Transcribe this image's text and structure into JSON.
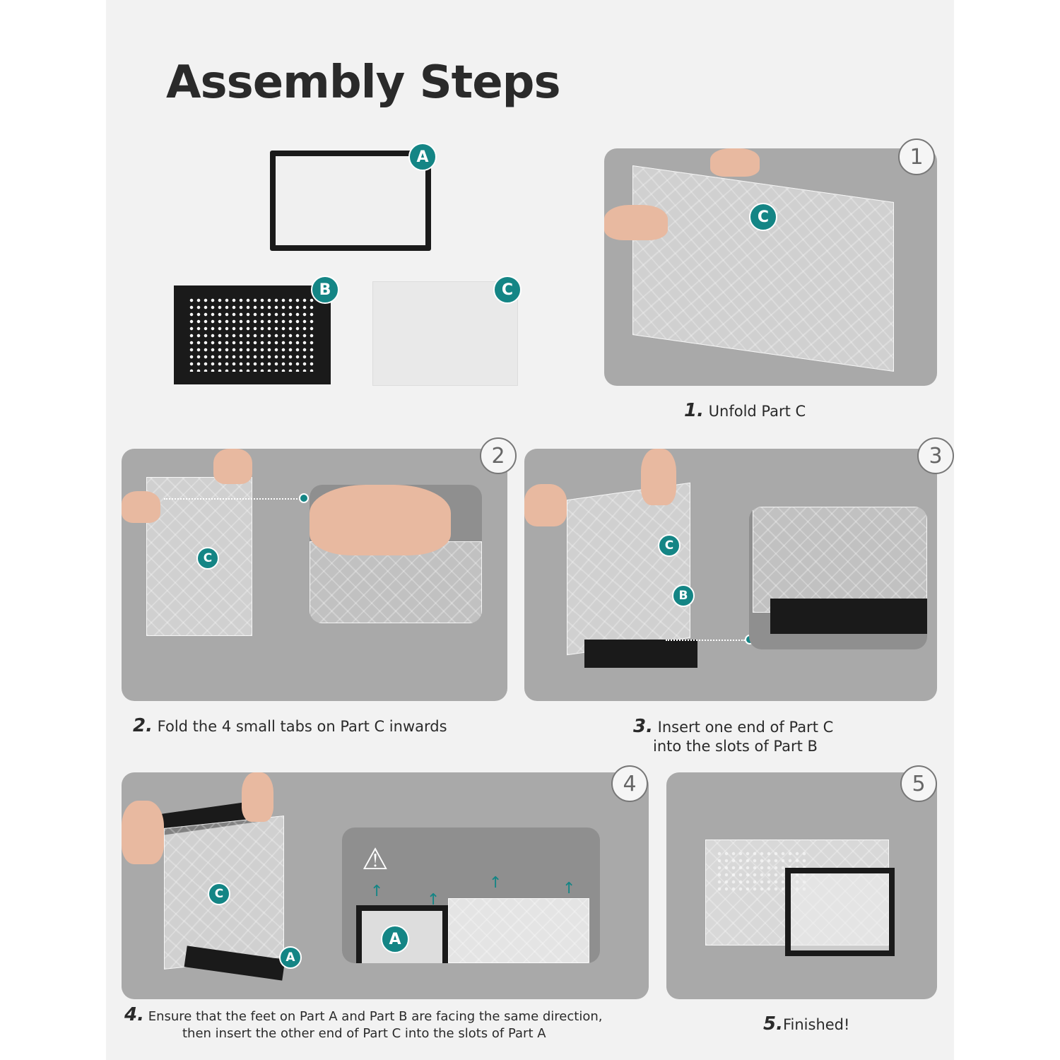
{
  "title": "Assembly Steps",
  "parts": {
    "a": "A",
    "b": "B",
    "c": "C"
  },
  "steps": [
    {
      "number": "1",
      "label_num": "1.",
      "label": "Unfold Part C"
    },
    {
      "number": "2",
      "label_num": "2.",
      "label": "Fold the 4 small tabs on Part C inwards"
    },
    {
      "number": "3",
      "label_num": "3.",
      "label": "Insert one end of Part C",
      "label2": "into the slots of Part B"
    },
    {
      "number": "4",
      "label_num": "4.",
      "label": "Ensure that the feet on Part A and Part B are facing the same direction,",
      "label2": "then insert the other end of Part C into the slots of Part A"
    },
    {
      "number": "5",
      "label_num": "5.",
      "label": "Finished!"
    }
  ],
  "icons": {
    "warning": "warning-triangle-icon",
    "arrow": "arrow-up-icon"
  },
  "colors": {
    "accent": "#148585",
    "panel": "#a9a9a9",
    "sheet": "#f2f2f2"
  }
}
